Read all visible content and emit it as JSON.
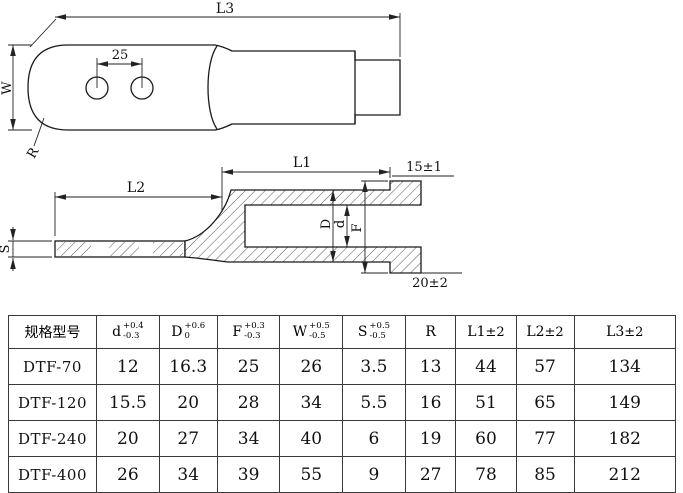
{
  "drawing": {
    "top_view": {
      "dim_l3": "L3",
      "dim_w": "W",
      "dim_hole_spacing": "25",
      "label_r": "R"
    },
    "side_view": {
      "dim_l1": "L1",
      "dim_l2": "L2",
      "dim_flange_top": "15±1",
      "dim_flange_bottom": "20±2",
      "label_outer_dia": "D",
      "label_inner_dia": "d",
      "label_flange_dia": "F",
      "label_thickness": "S"
    }
  },
  "table": {
    "headers": [
      {
        "symbol": "规格型号",
        "sup": "",
        "sub": "",
        "suffix": ""
      },
      {
        "symbol": "d",
        "sup": "+0.4",
        "sub": "-0.3",
        "suffix": ""
      },
      {
        "symbol": "D",
        "sup": "+0.6",
        "sub": "0",
        "suffix": ""
      },
      {
        "symbol": "F",
        "sup": "+0.3",
        "sub": "-0.3",
        "suffix": ""
      },
      {
        "symbol": "W",
        "sup": "+0.5",
        "sub": "-0.5",
        "suffix": ""
      },
      {
        "symbol": "S",
        "sup": "+0.5",
        "sub": "-0.5",
        "suffix": ""
      },
      {
        "symbol": "R",
        "sup": "",
        "sub": "",
        "suffix": ""
      },
      {
        "symbol": "L1",
        "sup": "",
        "sub": "",
        "suffix": "±2"
      },
      {
        "symbol": "L2",
        "sup": "",
        "sub": "",
        "suffix": "±2"
      },
      {
        "symbol": "L3",
        "sup": "",
        "sub": "",
        "suffix": "±2"
      }
    ],
    "rows": [
      {
        "model": "DTF-70",
        "values": [
          "12",
          "16.3",
          "25",
          "26",
          "3.5",
          "13",
          "44",
          "57",
          "134"
        ]
      },
      {
        "model": "DTF-120",
        "values": [
          "15.5",
          "20",
          "28",
          "34",
          "5.5",
          "16",
          "51",
          "65",
          "149"
        ]
      },
      {
        "model": "DTF-240",
        "values": [
          "20",
          "27",
          "34",
          "40",
          "6",
          "19",
          "60",
          "77",
          "182"
        ]
      },
      {
        "model": "DTF-400",
        "values": [
          "26",
          "34",
          "39",
          "55",
          "9",
          "27",
          "78",
          "85",
          "212"
        ]
      }
    ]
  }
}
